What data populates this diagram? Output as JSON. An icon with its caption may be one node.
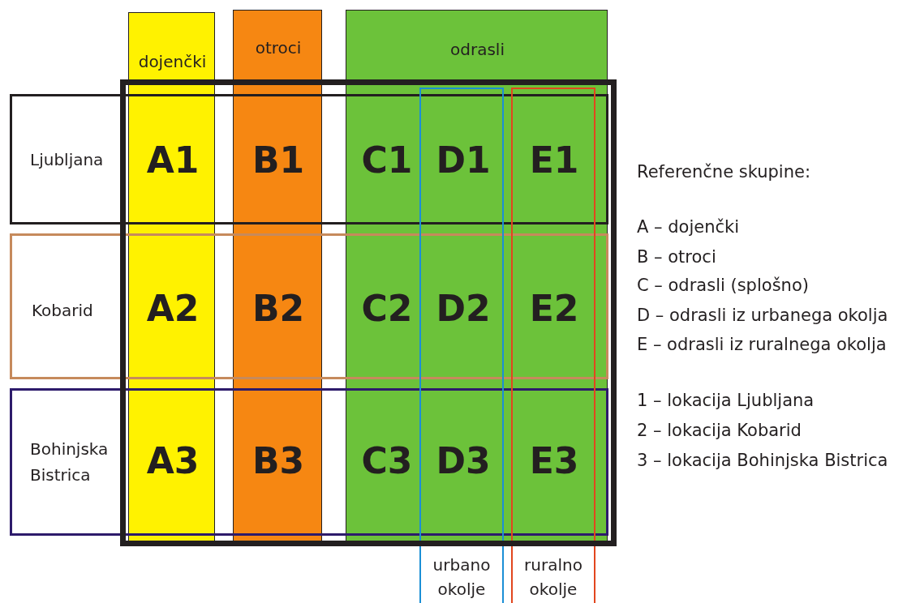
{
  "diagram": {
    "nodes": [
      {
        "text": [
          "dojenčki"
        ]
      },
      {
        "text": [
          "otroci"
        ]
      },
      {
        "text": [
          "odrasli"
        ]
      },
      {
        "text": [],
        "shape": "box"
      },
      {
        "text": [
          "urbano okolje"
        ]
      },
      {
        "text": [
          "ruralno okolje"
        ]
      },
      {
        "text": [
          "Ljubljana"
        ]
      },
      {
        "text": [
          "Kobarid"
        ]
      },
      {
        "text": [
          "Bohinjska Bistrica"
        ]
      }
    ],
    "labels": [
      "A1",
      "B1",
      "C1",
      "D1",
      "E1",
      "A2",
      "B2",
      "C2",
      "D2",
      "E2",
      "A3",
      "B3",
      "C3",
      "D3",
      "E3",
      "Referenčne skupine:",
      "A – dojenčki",
      "B – otroci",
      "C – odrasli (splošno)",
      "D – odrasli iz urbanega okolja",
      "E – odrasli iz ruralnega okolja",
      "1 – lokacija Ljubljana",
      "2 – lokacija Kobarid",
      "3 – lokacija Bohinjska Bistrica"
    ]
  }
}
